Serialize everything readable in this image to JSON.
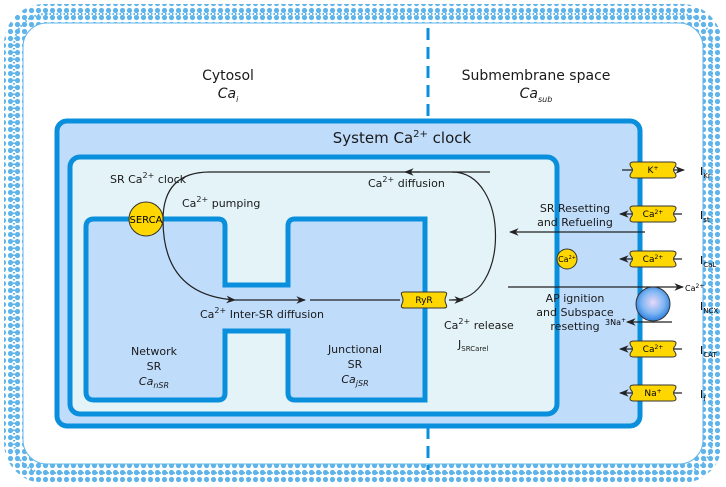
{
  "regions": {
    "cytosol": {
      "title": "Cytosol",
      "symbol": "Ca",
      "symbol_sub": "i"
    },
    "submembrane": {
      "title": "Submembrane space",
      "symbol": "Ca",
      "symbol_sub": "sub"
    }
  },
  "system_clock": {
    "title": "System Ca",
    "title_sup": "2+",
    "title_end": " clock"
  },
  "sr_clock": {
    "title": "SR Ca",
    "title_sup": "2+",
    "title_end": " clock"
  },
  "labels": {
    "pumping": "Ca",
    "pumping_sup": "2+",
    "pumping_end": " pumping",
    "diffusion": "Ca",
    "diffusion_sup": "2+",
    "diffusion_end": " diffusion",
    "inter_sr": "Ca",
    "inter_sr_sup": "2+",
    "inter_sr_end": " Inter-SR diffusion",
    "release": "Ca",
    "release_sup": "2+",
    "release_end": " release",
    "release_flux": "J",
    "release_flux_sub": "SRCarel",
    "sr_reset_1": "SR Resetting",
    "sr_reset_2": "and Refueling",
    "ap_1": "AP ignition",
    "ap_2": "and Subspace",
    "ap_3": "resetting",
    "free_ca": "Ca",
    "free_ca_sup": "2+"
  },
  "network_sr": {
    "line1": "Network",
    "line2": "SR",
    "symbol": "Ca",
    "symbol_sub": "nSR"
  },
  "junctional_sr": {
    "line1": "Junctional",
    "line2": "SR",
    "symbol": "Ca",
    "symbol_sub": "jSR"
  },
  "proteins": {
    "serca": "SERCA",
    "ryr": "RyR"
  },
  "channels": [
    {
      "ion": "K",
      "ion_sup": "+",
      "current": "I",
      "current_sub": "Kr"
    },
    {
      "ion": "Ca",
      "ion_sup": "2+",
      "current": "I",
      "current_sub": "st"
    },
    {
      "ion": "Ca",
      "ion_sup": "2+",
      "current": "I",
      "current_sub": "CaL"
    },
    {
      "ion": "Ca",
      "ion_sup": "2+",
      "current": "I",
      "current_sub": "CAT"
    },
    {
      "ion": "Na",
      "ion_sup": "+",
      "current": "I",
      "current_sub": "f"
    }
  ],
  "ncx": {
    "out_ion": "Ca",
    "out_sup": "2+",
    "in_ion": "3Na",
    "in_sup": "+",
    "current": "I",
    "current_sub": "NCX"
  },
  "colors": {
    "membrane": "#5fb4ea",
    "clock_border": "#0a8fdc",
    "clock_fill": "#bfdcfb",
    "sr_fill": "#e3f3f7",
    "channel": "#ffd700"
  }
}
